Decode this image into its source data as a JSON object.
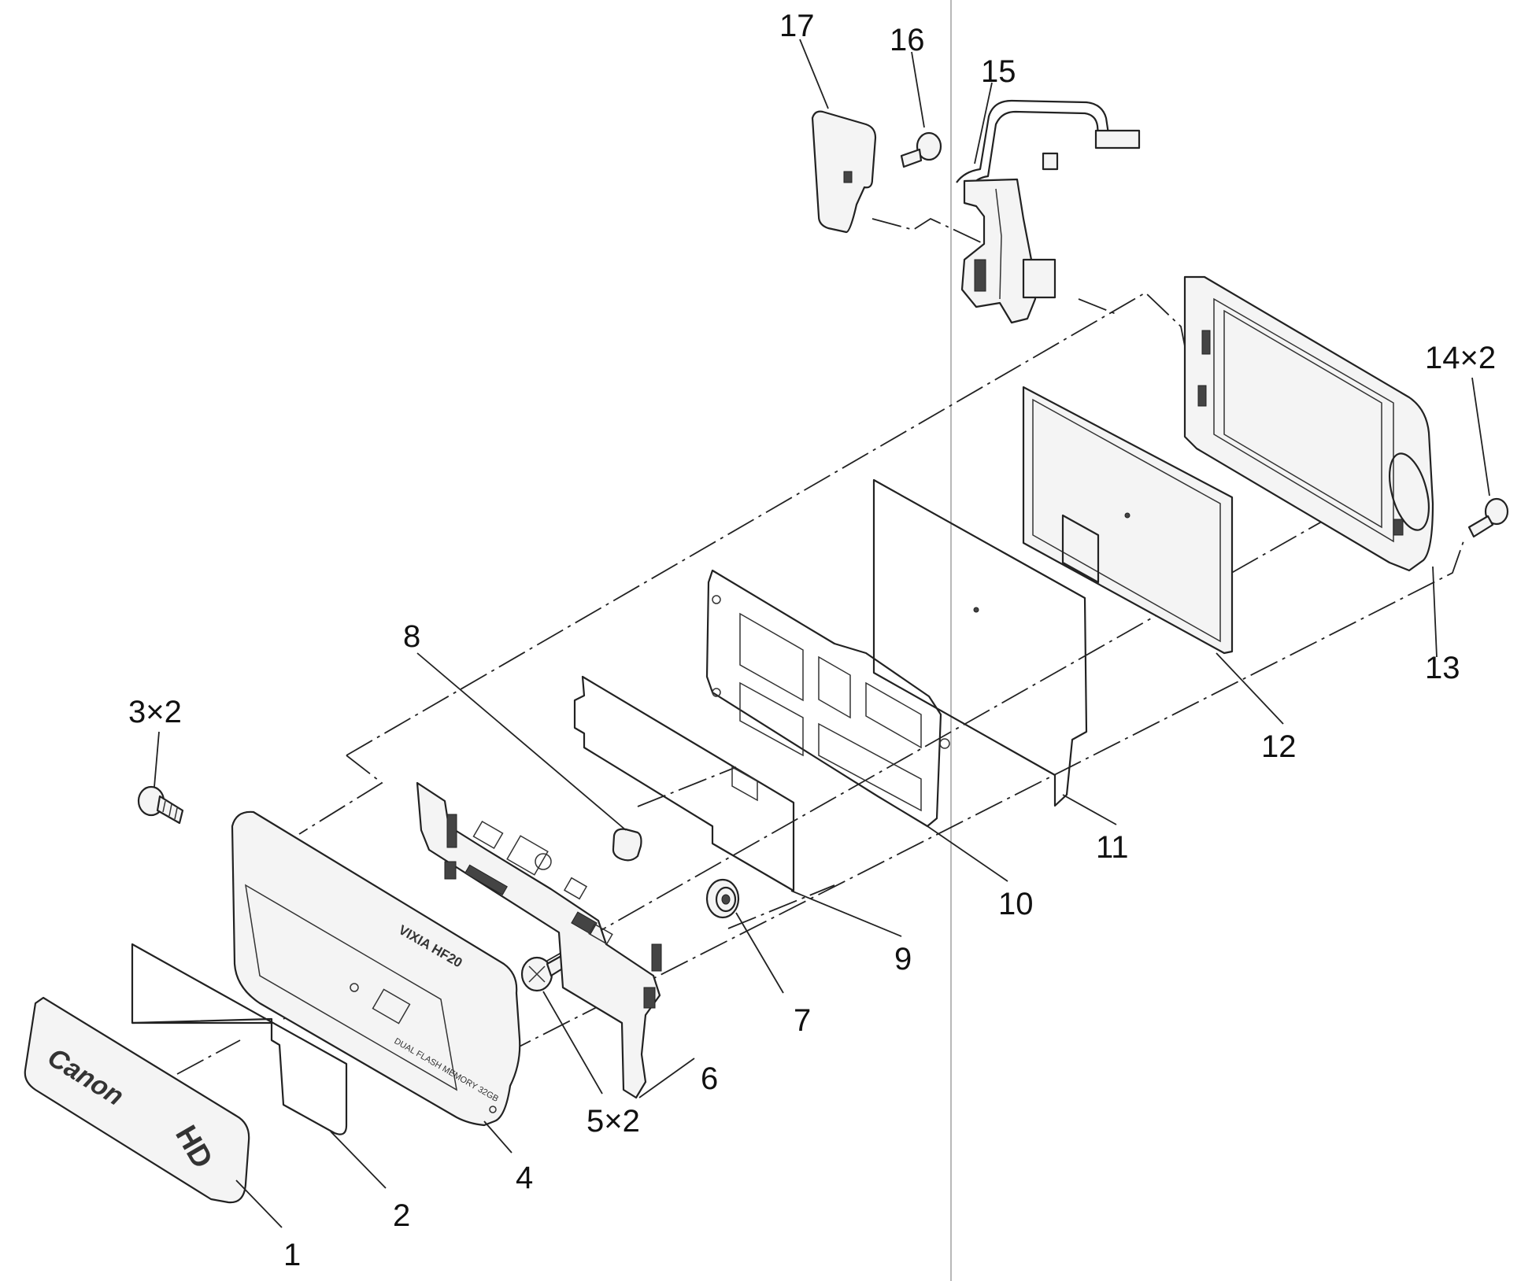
{
  "callouts": [
    {
      "id": "1",
      "text": "1"
    },
    {
      "id": "2",
      "text": "2"
    },
    {
      "id": "3",
      "text": "3×2"
    },
    {
      "id": "4",
      "text": "4"
    },
    {
      "id": "5",
      "text": "5×2"
    },
    {
      "id": "6",
      "text": "6"
    },
    {
      "id": "7",
      "text": "7"
    },
    {
      "id": "8",
      "text": "8"
    },
    {
      "id": "9",
      "text": "9"
    },
    {
      "id": "10",
      "text": "10"
    },
    {
      "id": "11",
      "text": "11"
    },
    {
      "id": "12",
      "text": "12"
    },
    {
      "id": "13",
      "text": "13"
    },
    {
      "id": "14",
      "text": "14×2"
    },
    {
      "id": "15",
      "text": "15"
    },
    {
      "id": "16",
      "text": "16"
    },
    {
      "id": "17",
      "text": "17"
    }
  ],
  "part_printing": {
    "logo": "Canon",
    "hd_mark": "HD",
    "model": "VIXIA HF20",
    "memory": "DUAL FLASH MEMORY 32GB"
  }
}
